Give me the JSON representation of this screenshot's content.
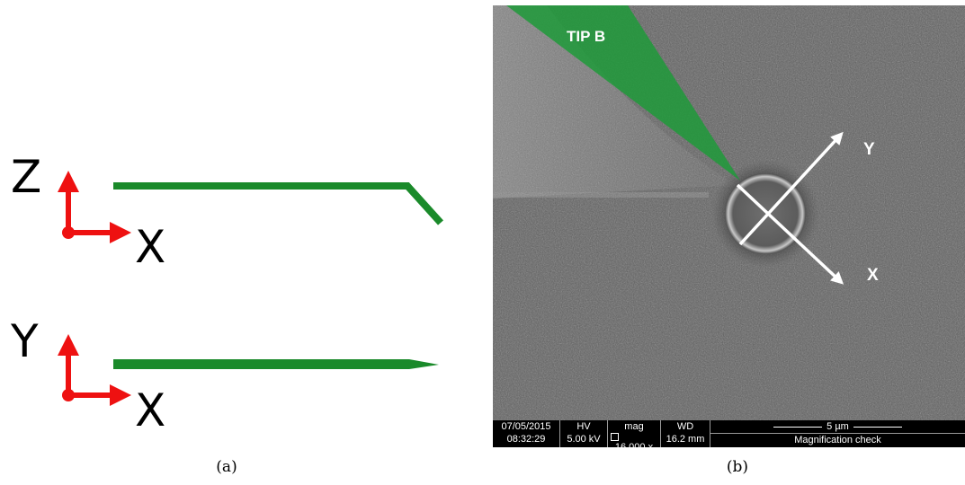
{
  "panel_a": {
    "side_view": {
      "vertical_axis": "Z",
      "horizontal_axis": "X"
    },
    "top_view": {
      "vertical_axis": "Y",
      "horizontal_axis": "X"
    },
    "caption": "(a)",
    "colors": {
      "probe": "#1a8a2a",
      "axes": "#ee1111"
    }
  },
  "panel_b": {
    "tip_label": "TIP B",
    "axis_y_label": "Y",
    "axis_x_label": "X",
    "caption": "(b)",
    "colors": {
      "tip_overlay": "#1f9a3a",
      "arrows": "#ffffff"
    },
    "info_bar": {
      "date": "07/05/2015",
      "time": "08:32:29",
      "hv_label": "HV",
      "hv_value": "5.00 kV",
      "mag_label": "mag",
      "mag_value": "16 000 x",
      "wd_label": "WD",
      "wd_value": "16.2 mm",
      "scale_text": "5 µm",
      "note": "Magnification check"
    }
  }
}
